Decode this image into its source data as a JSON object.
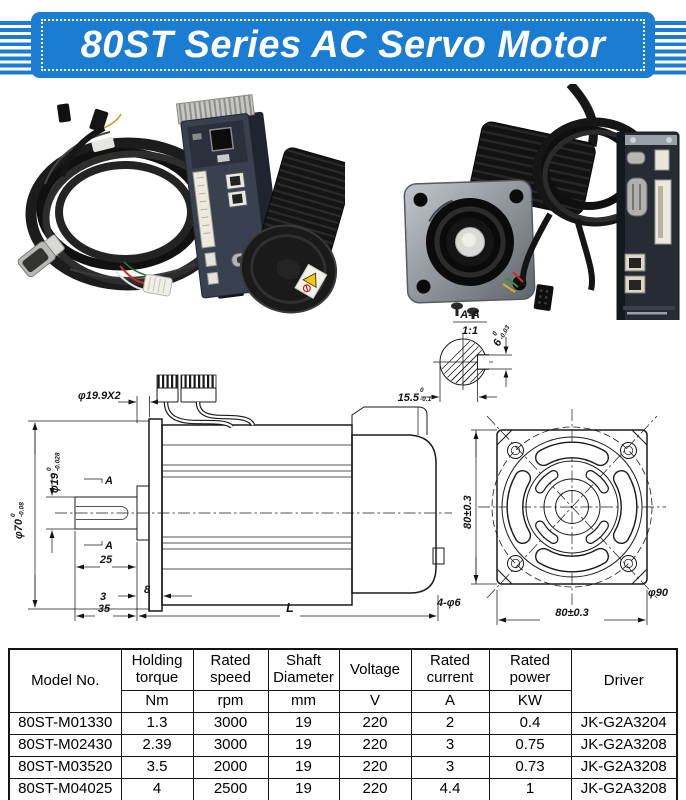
{
  "header": {
    "title": "80ST Series AC Servo Motor",
    "banner_color": "#1b7dd1"
  },
  "drawings": {
    "section_name": "A-A",
    "section_scale": "1:1",
    "key_width": "6",
    "key_width_tol_up": "0",
    "key_width_tol_low": "-0.03",
    "key_flat": "15.5",
    "key_flat_tol_up": "0",
    "key_flat_tol_low": "-0.1",
    "connector_dim": "φ19.9X2",
    "shaft_dia": "φ19",
    "shaft_dia_tol_up": "0",
    "shaft_dia_tol_low": "-0.028",
    "pilot_dia": "φ70",
    "pilot_dia_tol_up": "0",
    "pilot_dia_tol_low": "-0.08",
    "section_marker": "A",
    "len_shaft": "25",
    "len_3": "3",
    "len_8": "8",
    "len_35": "35",
    "len_total": "L",
    "flange_v": "80±0.3",
    "flange_h": "80±0.3",
    "holes": "4-φ6",
    "bolt_circle": "φ90"
  },
  "table": {
    "header": {
      "model": "Model No.",
      "driver": "Driver",
      "cols": [
        {
          "label": "Holding torque",
          "unit": "Nm"
        },
        {
          "label": "Rated speed",
          "unit": "rpm"
        },
        {
          "label": "Shaft Diameter",
          "unit": "mm"
        },
        {
          "label": "Voltage",
          "unit": "V"
        },
        {
          "label": "Rated current",
          "unit": "A"
        },
        {
          "label": "Rated power",
          "unit": "KW"
        }
      ]
    },
    "rows": [
      [
        "80ST-M01330",
        "1.3",
        "3000",
        "19",
        "220",
        "2",
        "0.4",
        "JK-G2A3204"
      ],
      [
        "80ST-M02430",
        "2.39",
        "3000",
        "19",
        "220",
        "3",
        "0.75",
        "JK-G2A3208"
      ],
      [
        "80ST-M03520",
        "3.5",
        "2000",
        "19",
        "220",
        "3",
        "0.73",
        "JK-G2A3208"
      ],
      [
        "80ST-M04025",
        "4",
        "2500",
        "19",
        "220",
        "4.4",
        "1",
        "JK-G2A3208"
      ]
    ]
  }
}
